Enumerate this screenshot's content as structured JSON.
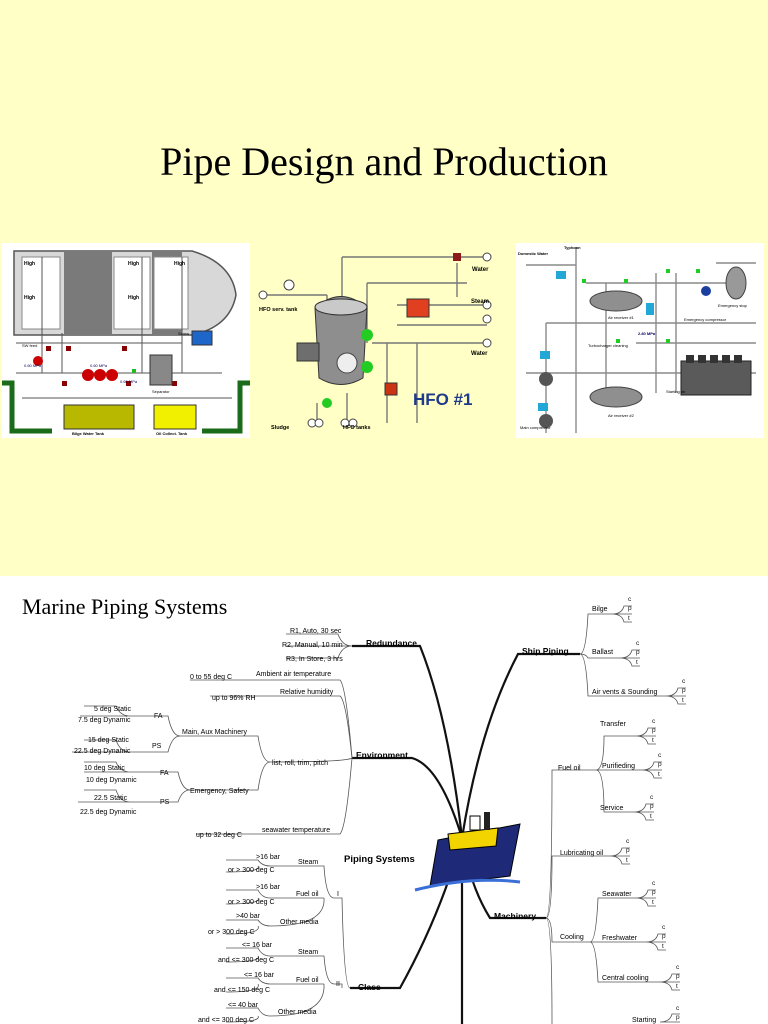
{
  "slide1": {
    "title": "Pipe Design and Production",
    "panel_left": {
      "labels": [
        "High",
        "High",
        "High",
        "High",
        "High",
        "Bilge Water Tank",
        "Oil Collect. Tank",
        "0.60 MPa",
        "0.60 MPa",
        "0.60 MPa",
        "Separator",
        "SW feed",
        "Screw"
      ]
    },
    "panel_mid": {
      "labels": [
        "Water",
        "HFO serv. tank",
        "Steam",
        "Water",
        "HFO #1",
        "Sludge",
        "HFO tanks"
      ]
    },
    "panel_right": {
      "labels": [
        "Domestic Water",
        "Typhoon",
        "Emergency compressor",
        "Emergency stop",
        "Air receiver #1",
        "Air receiver #2",
        "Turbocharger cleaning",
        "Main compressor",
        "2.80 MPa",
        "Starting air"
      ]
    }
  },
  "slide2": {
    "title": "Marine Piping Systems",
    "center": "Piping Systems",
    "redundance": {
      "label": "Redundance",
      "items": [
        "R1, Auto, 30 sec",
        "R2, Manual, 10 min",
        "R3, In Store, 3 hrs"
      ]
    },
    "environment": {
      "label": "Environment",
      "ambient": [
        "0 to 55 deg C",
        "Ambient air temperature"
      ],
      "humidity": [
        "up to 96% RH",
        "Relative humidity"
      ],
      "list": "list, roll, trim, pitch",
      "main_aux": "Main, Aux Machinery",
      "emergency": "Emergency, Safety",
      "fa1": "FA",
      "ps1": "PS",
      "fa2": "FA",
      "ps2": "PS",
      "fa1_items": [
        "5 deg Static",
        "7.5 deg Dynamic"
      ],
      "ps1_items": [
        "15 deg Static",
        "22.5 deg Dynamic"
      ],
      "fa2_items": [
        "10 deg Static",
        "10 deg Dynamic"
      ],
      "ps2_items": [
        "22.5 Static",
        "22.5 deg Dynamic"
      ],
      "seawater": [
        "up to 32 deg C",
        "seawater temperature"
      ]
    },
    "class": {
      "label": "Class",
      "roman1": "I",
      "roman2": "II",
      "steam1": "Steam",
      "fuel1": "Fuel oil",
      "other1": "Other media",
      "steam1_items": [
        ">16 bar",
        "or > 300 deg C"
      ],
      "fuel1_items": [
        ">16 bar",
        "or > 300 deg C"
      ],
      "other1_items": [
        ">40 bar",
        "or > 300 deg C"
      ],
      "steam2": "Steam",
      "fuel2": "Fuel oil",
      "other2": "Other media",
      "steam2_items": [
        "<= 16 bar",
        "and <= 300 deg C"
      ],
      "fuel2_items": [
        "<= 16 bar",
        "and <= 150 deg C"
      ],
      "other2_items": [
        "<= 40 bar",
        "and <= 300 deg C"
      ]
    },
    "ship_piping": {
      "label": "Ship Piping",
      "items": [
        "Bilge",
        "Ballast",
        "Air vents & Sounding"
      ]
    },
    "machinery": {
      "label": "Machinery",
      "fuel_oil": "Fuel oil",
      "fuel_items": [
        "Transfer",
        "Purifieding",
        "Service"
      ],
      "lube": "Lubricating oil",
      "cooling": "Cooling",
      "cooling_items": [
        "Seawater",
        "Freshwater",
        "Central cooling"
      ],
      "starting": "Starting"
    },
    "cpt": [
      "c",
      "p",
      "t"
    ]
  }
}
